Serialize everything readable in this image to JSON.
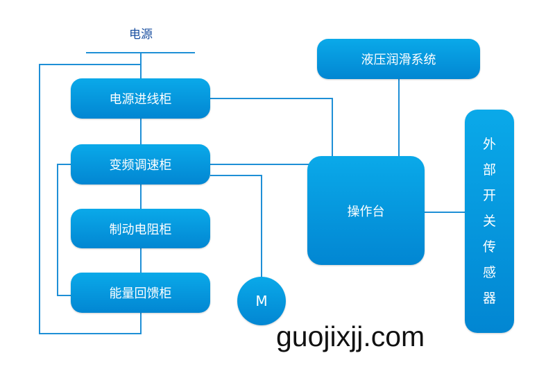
{
  "power_label": "电源",
  "boxes": {
    "incoming": "电源进线柜",
    "vfd": "变频调速柜",
    "brake": "制动电阻柜",
    "feedback": "能量回馈柜",
    "hydraulic": "液压润滑系统",
    "console": "操作台",
    "motor": "M",
    "sensors": [
      "外",
      "部",
      "开",
      "关",
      "传",
      "感",
      "器"
    ]
  },
  "watermark": "guojixjj.com",
  "colors": {
    "box": "#0a9ae0",
    "line": "#1e8fd6",
    "title": "#1a4fa0"
  }
}
